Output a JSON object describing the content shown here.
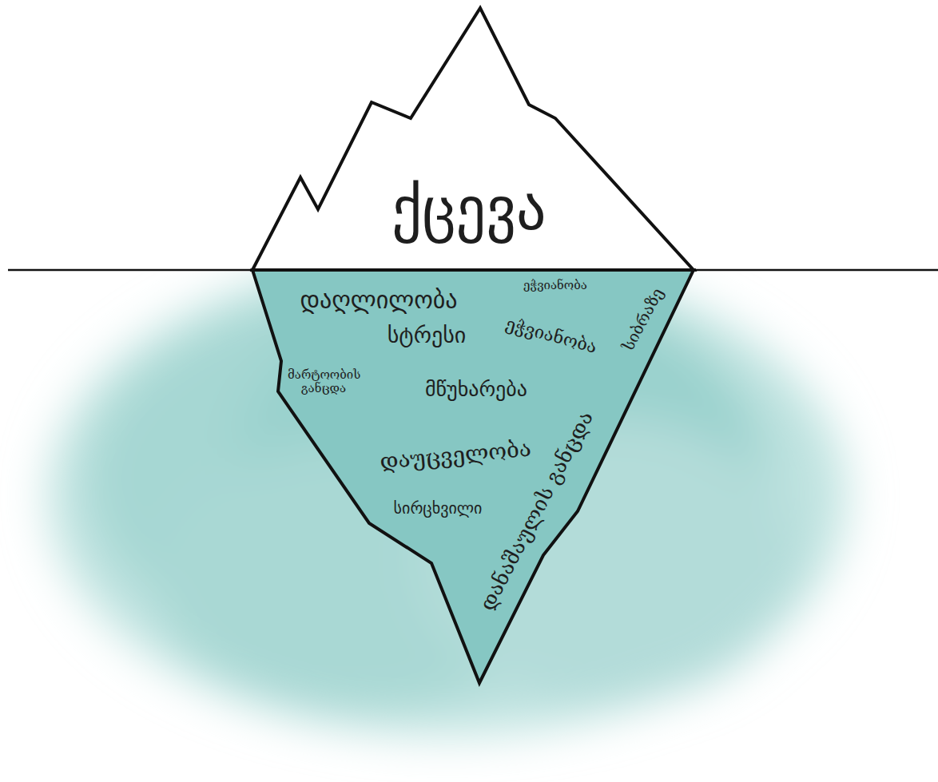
{
  "diagram": {
    "nodes": [
      {
        "text": [
          "ქცევა"
        ]
      },
      {
        "text": [
          "დაღლილობა",
          "ეჭვიანობა",
          "სტრესი",
          "ეჭვიანობა",
          "სიბრაზე",
          "მარტოობის განცდა",
          "მწუხარება",
          "დაუცველობა",
          "დანაშაულის განცდა",
          "სირცხვილი"
        ]
      }
    ]
  }
}
